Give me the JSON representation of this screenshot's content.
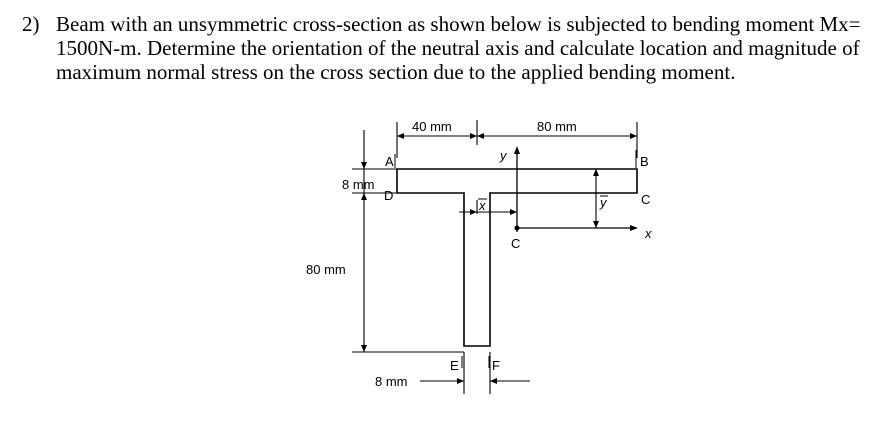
{
  "problem": {
    "number": "2)",
    "text": "Beam with an unsymmetric cross-section as shown below is subjected to bending moment Mx= 1500N-m. Determine the orientation of the neutral axis and calculate location and magnitude of maximum normal stress on the cross section due to the applied bending moment."
  },
  "figure": {
    "dimensions": {
      "flange_left": "40 mm",
      "flange_right": "80 mm",
      "flange_thickness": "8 mm",
      "web_height": "80 mm",
      "web_thickness": "8 mm"
    },
    "points": {
      "A": "A",
      "B": "B",
      "C": "C",
      "D": "D",
      "E": "E",
      "F": "F"
    },
    "axes": {
      "x": "x",
      "y": "y",
      "xbar": "x",
      "ybar": "y",
      "centroid": "C"
    }
  }
}
